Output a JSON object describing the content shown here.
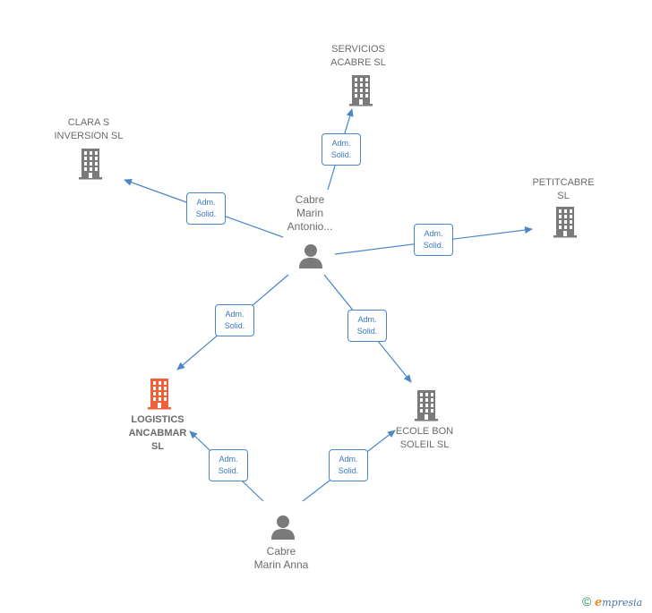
{
  "colors": {
    "edge": "#4a86c8",
    "company": "#7a7a7a",
    "company_main": "#f0603a",
    "person": "#7a7a7a"
  },
  "nodes": [
    {
      "id": "servicios",
      "kind": "company",
      "lines": [
        "SERVICIOS",
        "ACABRE  SL"
      ]
    },
    {
      "id": "clara",
      "kind": "company",
      "lines": [
        "CLARA S",
        "INVERSION SL"
      ]
    },
    {
      "id": "petitcabre",
      "kind": "company",
      "lines": [
        "PETITCABRE",
        "SL"
      ]
    },
    {
      "id": "antonio",
      "kind": "person",
      "lines": [
        "Cabre",
        "Marin",
        "Antonio..."
      ]
    },
    {
      "id": "logistics",
      "kind": "company_main",
      "lines": [
        "LOGISTICS",
        "ANCABMAR",
        "SL"
      ]
    },
    {
      "id": "ecole",
      "kind": "company",
      "lines": [
        "ECOLE BON",
        "SOLEIL  SL"
      ]
    },
    {
      "id": "anna",
      "kind": "person",
      "lines": [
        "Cabre",
        "Marin Anna"
      ]
    }
  ],
  "edges": [
    {
      "from": "antonio",
      "to": "servicios",
      "label": [
        "Adm.",
        "Solid."
      ]
    },
    {
      "from": "antonio",
      "to": "clara",
      "label": [
        "Adm.",
        "Solid."
      ]
    },
    {
      "from": "antonio",
      "to": "petitcabre",
      "label": [
        "Adm.",
        "Solid."
      ]
    },
    {
      "from": "antonio",
      "to": "logistics",
      "label": [
        "Adm.",
        "Solid."
      ]
    },
    {
      "from": "antonio",
      "to": "ecole",
      "label": [
        "Adm.",
        "Solid."
      ]
    },
    {
      "from": "anna",
      "to": "logistics",
      "label": [
        "Adm.",
        "Solid."
      ]
    },
    {
      "from": "anna",
      "to": "ecole",
      "label": [
        "Adm.",
        "Solid."
      ]
    }
  ],
  "footer": {
    "copyright": "©",
    "brand_initial": "e",
    "brand_rest": "mpresia"
  }
}
